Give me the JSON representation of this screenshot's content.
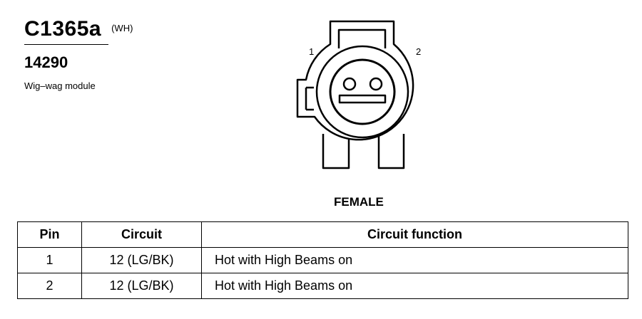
{
  "connector": {
    "id": "C1365a",
    "color_code": "(WH)",
    "part_number": "14290",
    "description": "Wig–wag module",
    "gender": "FEMALE"
  },
  "diagram": {
    "pin_labels": [
      "1",
      "2"
    ]
  },
  "table": {
    "headers": [
      "Pin",
      "Circuit",
      "Circuit function"
    ],
    "rows": [
      {
        "pin": "1",
        "circuit": "12 (LG/BK)",
        "function": "Hot with High Beams on"
      },
      {
        "pin": "2",
        "circuit": "12 (LG/BK)",
        "function": "Hot with High Beams on"
      }
    ]
  }
}
